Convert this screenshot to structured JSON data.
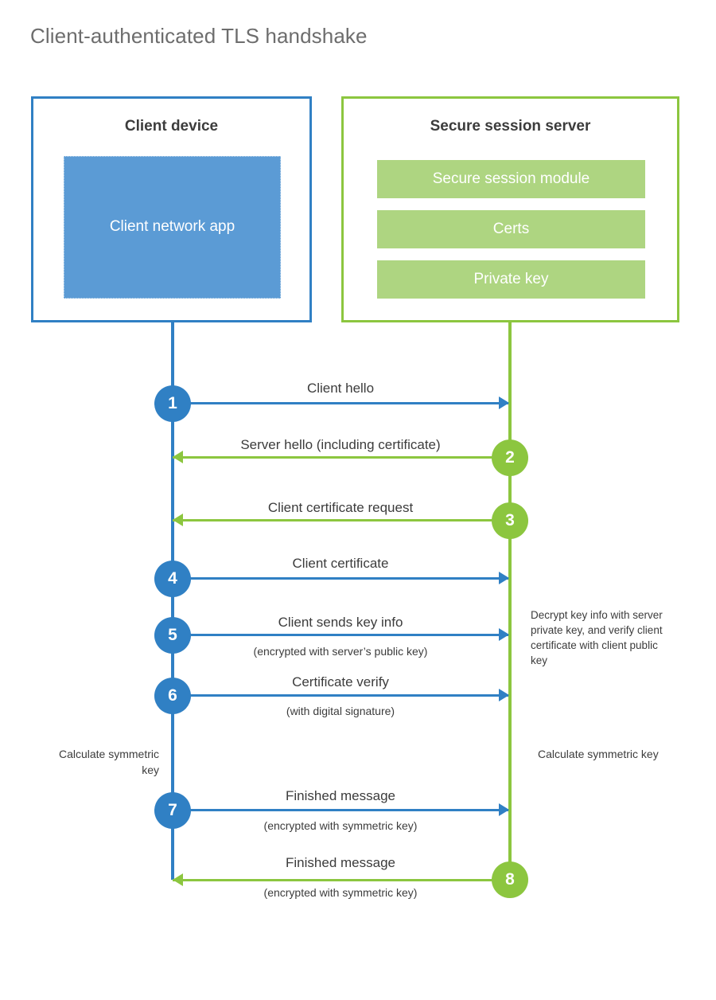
{
  "title": "Client-authenticated TLS handshake",
  "colors": {
    "client_blue": "#3080c4",
    "client_app_fill": "#5b9bd5",
    "server_green": "#8cc63f",
    "server_bar_fill": "#aed581",
    "title_gray": "#6d6d6d",
    "text_dark": "#3c3c3c",
    "background": "#ffffff"
  },
  "client": {
    "title": "Client device",
    "app_label": "Client network app"
  },
  "server": {
    "title": "Secure session server",
    "components": [
      {
        "label": "Secure session module"
      },
      {
        "label": "Certs"
      },
      {
        "label": "Private key"
      }
    ]
  },
  "steps": [
    {
      "number": "1",
      "direction": "client-to-server",
      "label": "Client hello",
      "sublabel": ""
    },
    {
      "number": "2",
      "direction": "server-to-client",
      "label": "Server hello (including certificate)",
      "sublabel": ""
    },
    {
      "number": "3",
      "direction": "server-to-client",
      "label": "Client certificate request",
      "sublabel": ""
    },
    {
      "number": "4",
      "direction": "client-to-server",
      "label": "Client certificate",
      "sublabel": ""
    },
    {
      "number": "5",
      "direction": "client-to-server",
      "label": "Client sends key info",
      "sublabel": "(encrypted with server’s public key)"
    },
    {
      "number": "6",
      "direction": "client-to-server",
      "label": "Certificate verify",
      "sublabel": "(with digital signature)"
    },
    {
      "number": "7",
      "direction": "client-to-server",
      "label": "Finished message",
      "sublabel": "(encrypted with symmetric key)"
    },
    {
      "number": "8",
      "direction": "server-to-client",
      "label": "Finished message",
      "sublabel": "(encrypted with symmetric key)"
    }
  ],
  "annotations": {
    "server_decrypt": "Decrypt key info with server private key, and verify client certificate with client public key",
    "client_calculate": "Calculate symmetric key",
    "server_calculate": "Calculate symmetric key"
  }
}
